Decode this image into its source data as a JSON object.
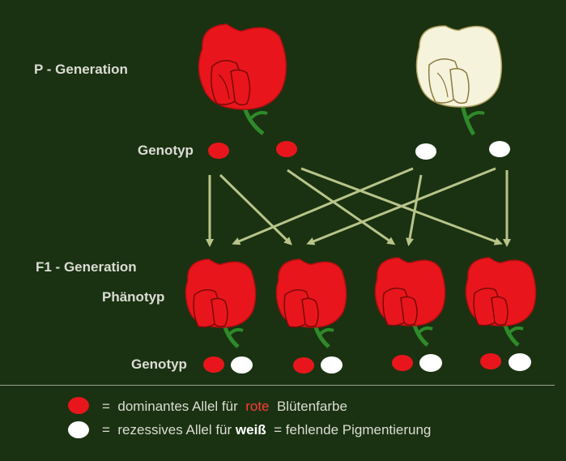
{
  "labels": {
    "p_generation": "P - Generation",
    "genotyp_p": "Genotyp",
    "f1_generation": "F1 - Generation",
    "phaenotyp": "Phänotyp",
    "genotyp_f1": "Genotyp"
  },
  "legend": {
    "equals": "=",
    "dominant_prefix": "dominantes Allel für",
    "dominant_color_word": "rote",
    "dominant_suffix": "Blütenfarbe",
    "recessive_prefix": "rezessives Allel für",
    "recessive_color_word": "weiß",
    "recessive_suffix": "= fehlende Pigmentierung"
  },
  "colors": {
    "background": "#1a3212",
    "red_flower": "#e8161c",
    "white_flower": "#f6f3dc",
    "arrow": "#b8c48a",
    "stem": "#2f8a2a"
  }
}
